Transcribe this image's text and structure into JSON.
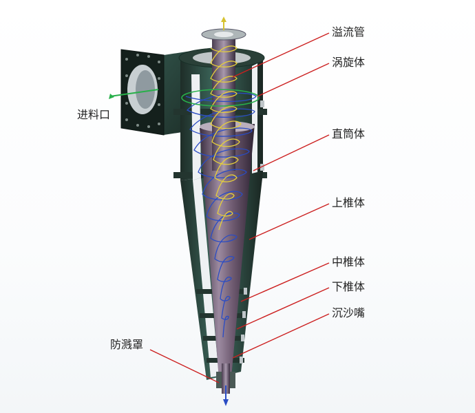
{
  "labels": {
    "overflow_pipe": "溢流管",
    "vortex_body": "涡旋体",
    "cylinder_body": "直筒体",
    "upper_cone": "上椎体",
    "middle_cone": "中椎体",
    "lower_cone": "下椎体",
    "sand_nozzle": "沉沙嘴",
    "inlet": "进料口",
    "splash_guard": "防溅罩"
  },
  "colors": {
    "leader_line": "#cc1f1f",
    "steel_dark": "#2c3d36",
    "steel_teal": "#3f6d61",
    "core_purple": "#6e5a70",
    "spiral_blue": "#2a4cc4",
    "spiral_yellow": "#e6cf3a",
    "flow_green": "#28b04a"
  }
}
